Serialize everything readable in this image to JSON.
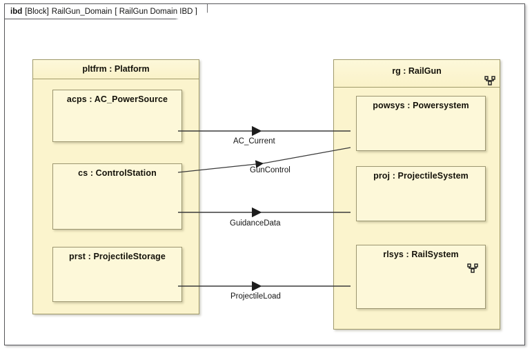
{
  "diagram": {
    "header": {
      "keyword": "ibd",
      "stereotype": "[Block]",
      "block_name": "RailGun_Domain",
      "view_name": "[ RailGun Domain IBD ]"
    },
    "colors": {
      "block_fill": "#fbf4cd",
      "part_fill": "#fdf8d9",
      "block_border": "#a09a6a",
      "frame_border": "#56565a",
      "connector": "#3a3a3a",
      "canvas": "#ffffff"
    }
  },
  "blocks": [
    {
      "id": "pltfrm",
      "title": "pltfrm : Platform",
      "has_composite_icon": false,
      "parts": [
        {
          "id": "acps",
          "label": "acps : AC_PowerSource",
          "has_composite_icon": false
        },
        {
          "id": "cs",
          "label": "cs : ControlStation",
          "has_composite_icon": false
        },
        {
          "id": "prst",
          "label": "prst : ProjectileStorage",
          "has_composite_icon": false
        }
      ]
    },
    {
      "id": "rg",
      "title": "rg : RailGun",
      "has_composite_icon": true,
      "parts": [
        {
          "id": "powsys",
          "label": "powsys : Powersystem",
          "has_composite_icon": false
        },
        {
          "id": "proj",
          "label": "proj : ProjectileSystem",
          "has_composite_icon": false
        },
        {
          "id": "rlsys",
          "label": "rlsys : RailSystem",
          "has_composite_icon": true
        }
      ]
    }
  ],
  "connectors": [
    {
      "id": "ac_current",
      "label": "AC_Current",
      "from": "acps",
      "to": "powsys"
    },
    {
      "id": "gun_control",
      "label": "GunControl",
      "from": "cs",
      "to": "powsys"
    },
    {
      "id": "guidance_data",
      "label": "GuidanceData",
      "from": "cs",
      "to": "proj"
    },
    {
      "id": "projectile_load",
      "label": "ProjectileLoad",
      "from": "prst",
      "to": "rlsys"
    }
  ]
}
